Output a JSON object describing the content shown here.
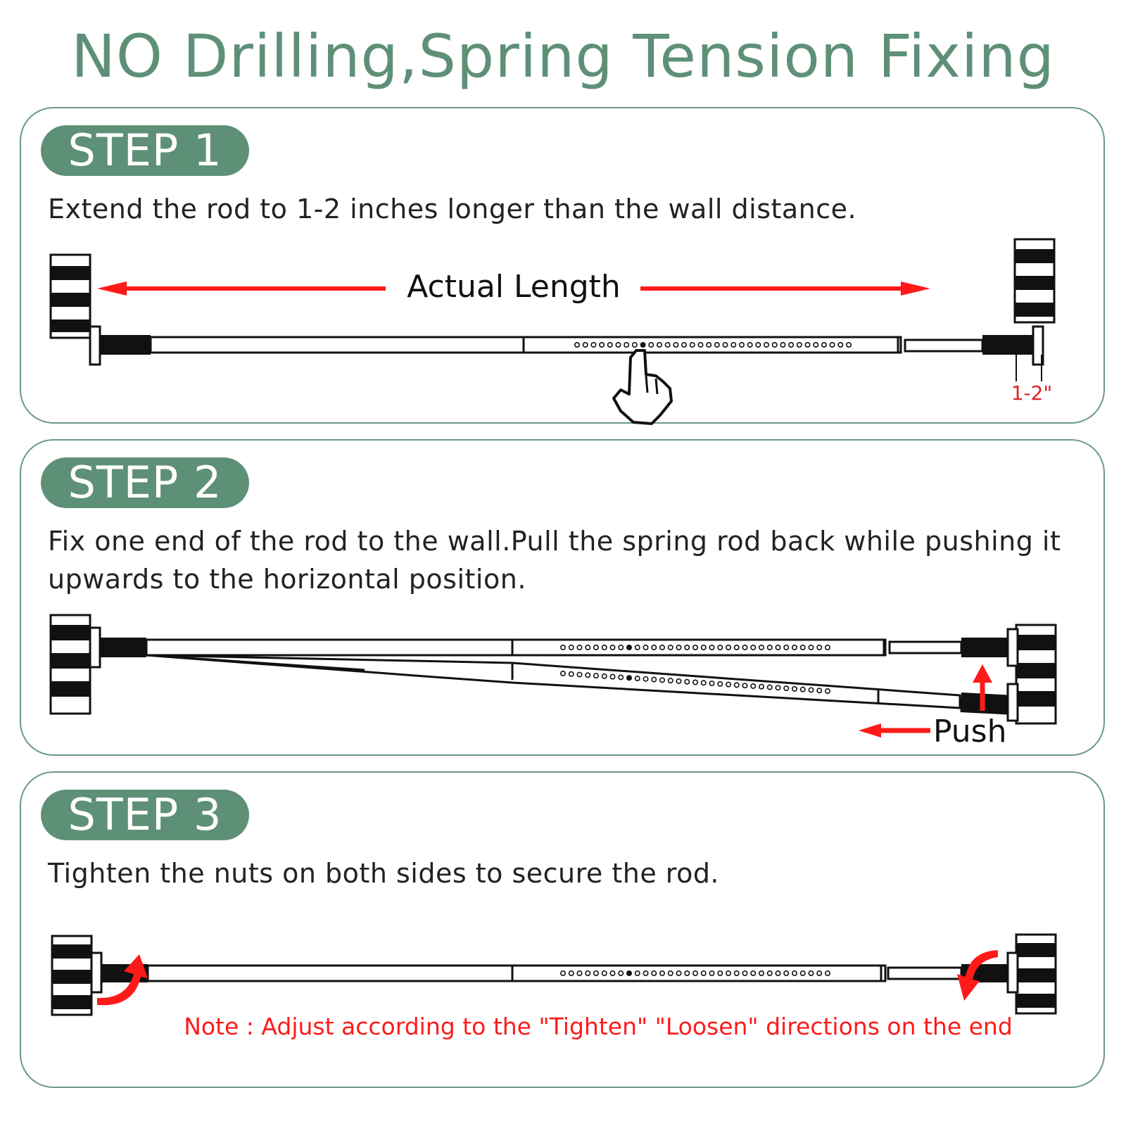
{
  "title": "NO Drilling,Spring Tension Fixing",
  "colors": {
    "brand": "#5e9078",
    "accent_red": "#ff1a1a",
    "text": "#222222"
  },
  "steps": [
    {
      "label": "STEP 1",
      "description": "Extend the rod to 1-2 inches longer than the wall distance.",
      "diagram": {
        "measure_label": "Actual  Length",
        "gap_label": "1-2\""
      }
    },
    {
      "label": "STEP 2",
      "description": "Fix one end of the rod to the wall.Pull the spring rod back while pushing it upwards to the horizontal position.",
      "diagram": {
        "push_label": "Push"
      }
    },
    {
      "label": "STEP 3",
      "description": "Tighten the nuts on both sides to secure the rod.",
      "diagram": {
        "note": "Note : Adjust according to the \"Tighten\" \"Loosen\" directions on the end"
      }
    }
  ]
}
